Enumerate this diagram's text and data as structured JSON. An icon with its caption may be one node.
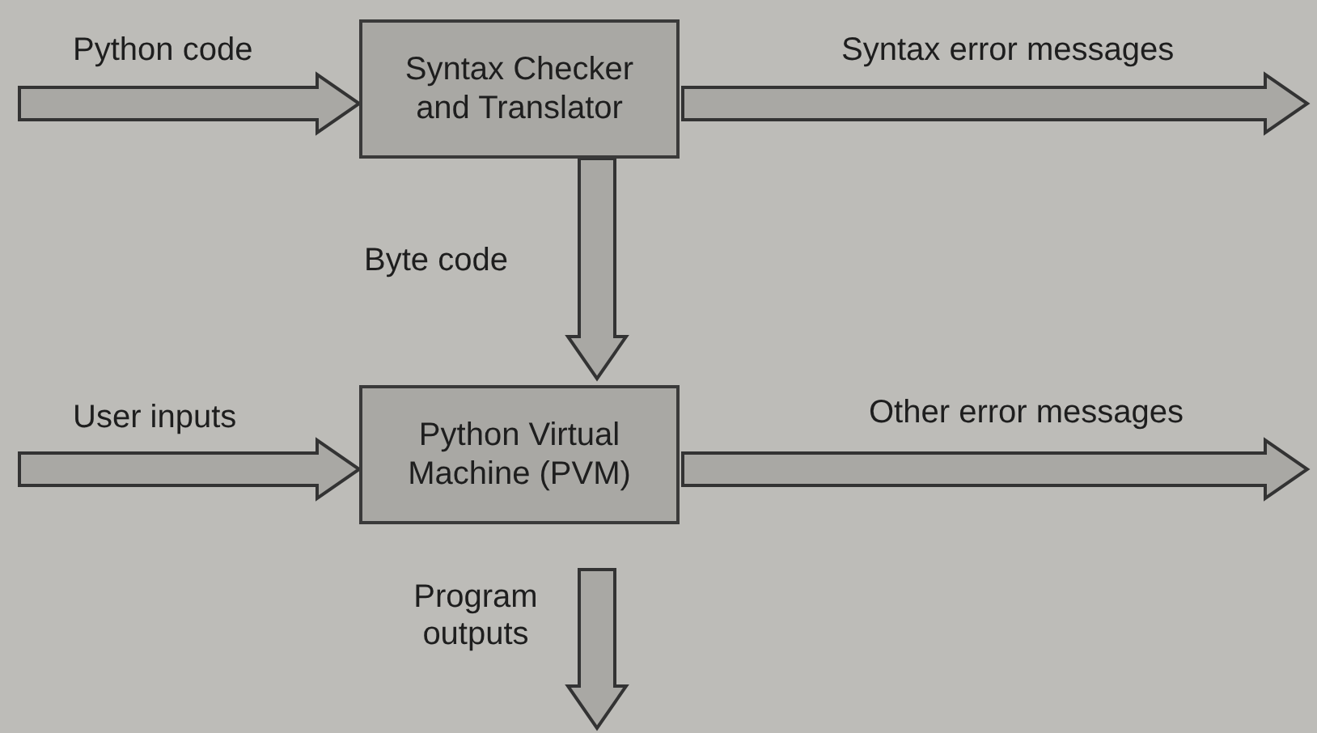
{
  "diagram": {
    "nodes": [
      {
        "text": [
          "Syntax Checker and Translator"
        ]
      },
      {
        "text": [
          "Python Virtual Machine (PVM)"
        ]
      }
    ],
    "edges": [
      {
        "from": null,
        "to": 0,
        "arrow": "to",
        "label": "Python code"
      },
      {
        "from": 0,
        "to": null,
        "arrow": "to",
        "label": "Syntax error messages"
      },
      {
        "from": 0,
        "to": 1,
        "arrow": "to",
        "label": "Byte code"
      },
      {
        "from": null,
        "to": 1,
        "arrow": "to",
        "label": "User inputs"
      },
      {
        "from": 1,
        "to": null,
        "arrow": "to",
        "label": "Other error messages"
      },
      {
        "from": 1,
        "to": null,
        "arrow": "to",
        "label": "Program outputs"
      }
    ]
  }
}
